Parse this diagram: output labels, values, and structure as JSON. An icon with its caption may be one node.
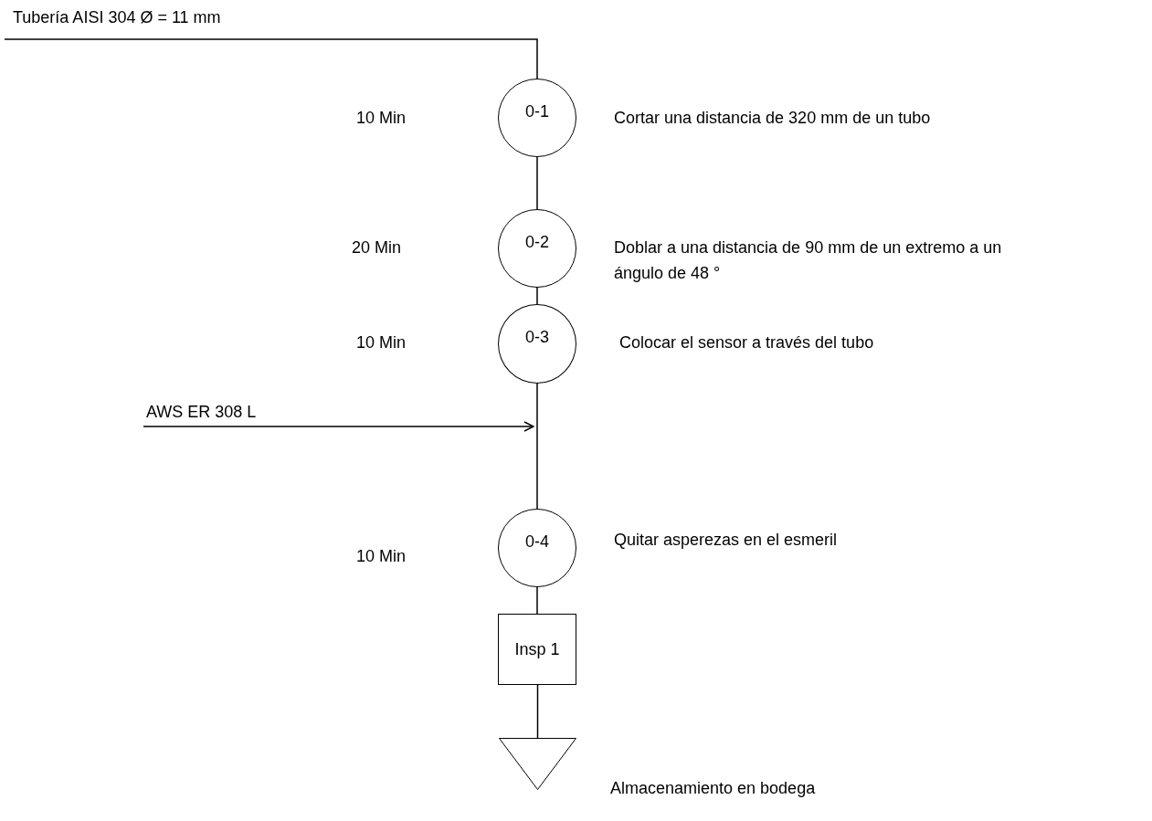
{
  "diagram": {
    "nodes": [
      {
        "text": [
          "Tubería AISI 304 Ø = 11 mm"
        ]
      },
      {
        "text": [
          "0-1"
        ],
        "beside": [
          "Cortar una distancia de 320 mm de un tubo"
        ]
      },
      {
        "text": [
          "0-2"
        ],
        "beside": [
          "Doblar a una distancia de 90 mm de un extremo a un ángulo de 48 °"
        ]
      },
      {
        "text": [
          "0-3"
        ],
        "beside": [
          "Colocar el sensor a través del tubo"
        ]
      },
      {
        "text": [
          "AWS ER 308 L"
        ]
      },
      {
        "text": [
          "0-4"
        ],
        "beside": [
          "Quitar asperezas en el esmeril"
        ]
      },
      {
        "text": [
          "Insp 1"
        ]
      },
      {
        "text": [],
        "shape": "triangle",
        "beside": [
          "Almacenamiento en bodega"
        ]
      }
    ],
    "edges": [
      {
        "from": 0,
        "to": 1,
        "arrow": "none"
      },
      {
        "from": 1,
        "to": 2,
        "arrow": "none"
      },
      {
        "from": 2,
        "to": 3,
        "arrow": "none"
      },
      {
        "from": 3,
        "to": 5,
        "arrow": "none"
      },
      {
        "from": 4,
        "to": null,
        "arrow": "to"
      },
      {
        "from": 5,
        "to": 6,
        "arrow": "none"
      },
      {
        "from": 6,
        "to": 7,
        "arrow": "none"
      }
    ],
    "labels": [
      "10 Min",
      "20 Min",
      "10 Min",
      "10 Min"
    ]
  }
}
